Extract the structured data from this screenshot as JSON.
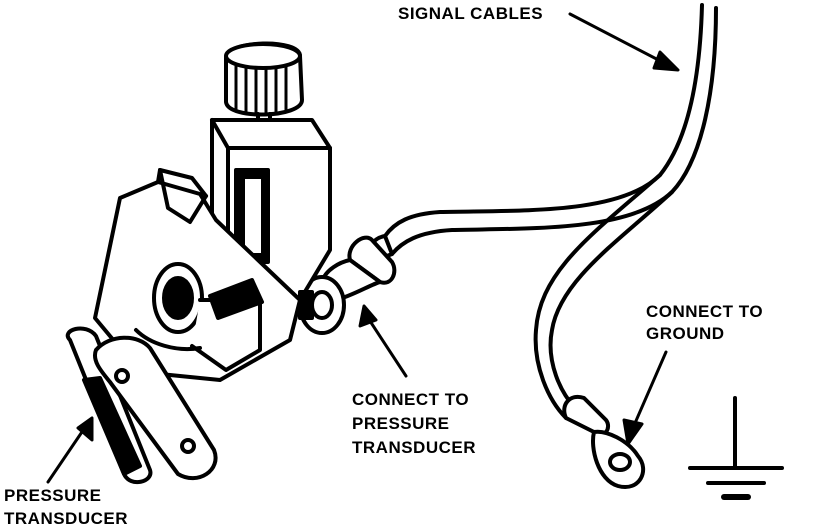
{
  "labels": {
    "signal_cables": "SIGNAL CABLES",
    "connect_ground_line1": "CONNECT TO",
    "connect_ground_line2": "GROUND",
    "connect_transducer_line1": "CONNECT TO",
    "connect_transducer_line2": "PRESSURE",
    "connect_transducer_line3": "TRANSDUCER",
    "pressure_transducer_line1": "PRESSURE",
    "pressure_transducer_line2": "TRANSDUCER"
  },
  "colors": {
    "ink": "#000000",
    "paper": "#ffffff"
  }
}
